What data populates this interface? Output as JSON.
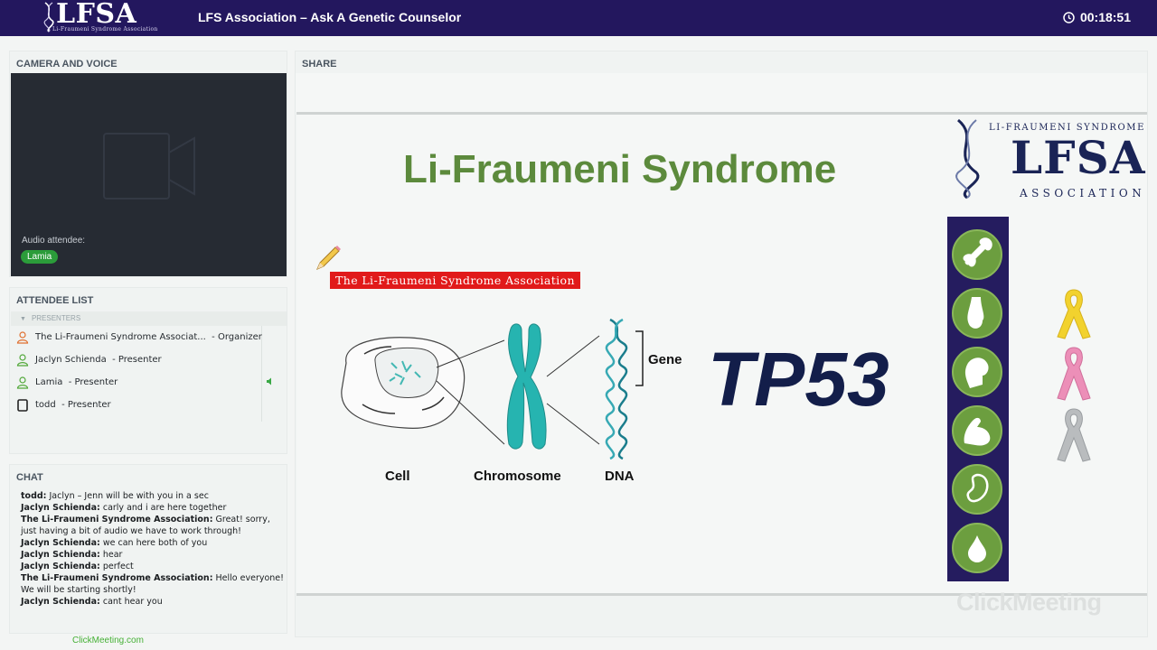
{
  "header": {
    "logo_text": "LFSA",
    "logo_subtext": "Li-Fraumeni Syndrome Association",
    "title": "LFS Association – Ask A Genetic Counselor",
    "timer": "00:18:51",
    "timer_icon": "clock-icon",
    "bg_color": "#23175e"
  },
  "camera": {
    "title": "CAMERA AND VOICE",
    "audio_label": "Audio attendee:",
    "audio_attendee": "Lamia",
    "placeholder_icon": "video-camera-icon"
  },
  "attendees": {
    "title": "ATTENDEE LIST",
    "section_label": "PRESENTERS",
    "rows": [
      {
        "name": "The Li-Fraumeni Syndrome Associat...",
        "role": "- Organizer",
        "icon": "organizer-person-icon"
      },
      {
        "name": "Jaclyn Schienda",
        "role": "- Presenter",
        "icon": "person-icon"
      },
      {
        "name": "Lamia",
        "role": "- Presenter",
        "icon": "person-icon"
      },
      {
        "name": "todd",
        "role": "- Presenter",
        "icon": "tablet-icon"
      }
    ],
    "speaking_icon": "speaker-icon"
  },
  "chat": {
    "title": "CHAT",
    "messages": [
      {
        "sender": "todd:",
        "text": "Jaclyn – Jenn will be with you in a sec"
      },
      {
        "sender": "Jaclyn Schienda:",
        "text": "carly and i are here together"
      },
      {
        "sender": "The Li-Fraumeni Syndrome Association:",
        "text": "Great! sorry, just having a bit of audio we have to work through!"
      },
      {
        "sender": "Jaclyn Schienda:",
        "text": "we can here both of you"
      },
      {
        "sender": "Jaclyn Schienda:",
        "text": "hear"
      },
      {
        "sender": "Jaclyn Schienda:",
        "text": "perfect"
      },
      {
        "sender": "The Li-Fraumeni Syndrome Association:",
        "text": "Hello everyone!  We will be starting shortly!"
      },
      {
        "sender": "Jaclyn Schienda:",
        "text": "cant hear you"
      }
    ]
  },
  "footer": {
    "link": "ClickMeeting.com"
  },
  "share": {
    "title": "SHARE",
    "slide": {
      "title": "Li-Fraumeni Syndrome",
      "annotation": "The Li-Fraumeni Syndrome Association",
      "gene_name": "TP53",
      "diagram_labels": {
        "cell": "Cell",
        "chromosome": "Chromosome",
        "dna": "DNA",
        "gene": "Gene"
      },
      "org_top": "LI-FRAUMENI SYNDROME",
      "org_name": "LFSA",
      "org_bottom": "ASSOCIATION",
      "organ_icons": [
        "bone-icon",
        "breast-icon",
        "brain-icon",
        "muscle-icon",
        "kidney-icon",
        "blood-drop-icon"
      ],
      "ribbons": [
        {
          "icon": "ribbon-icon",
          "color": "#f2d22e"
        },
        {
          "icon": "ribbon-icon",
          "color": "#ec8fb8"
        },
        {
          "icon": "ribbon-icon",
          "color": "#b9bcbe"
        }
      ],
      "title_color": "#5c8a3c",
      "label_color": "#e11a1a"
    },
    "watermark": "ClickMeeting"
  }
}
